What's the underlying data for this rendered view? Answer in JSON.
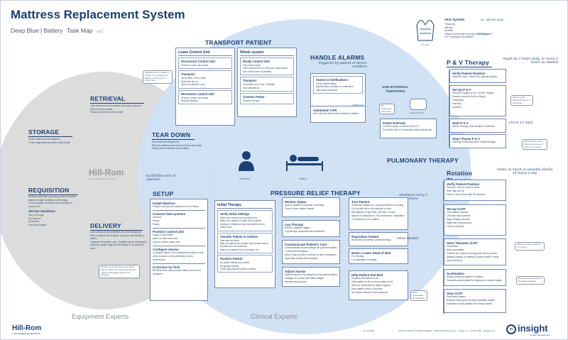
{
  "header": {
    "title": "Mattress Replacement System",
    "subtitle": "Deep Blue | Battery",
    "map": "Task Map",
    "version": "v3.0"
  },
  "logos": {
    "hillrom": "Hill-Rom",
    "hillrom_tag": "A HILLENBRAND INDUSTRY",
    "insight": "insight",
    "insight_mark": "in",
    "insight_tag": "product development"
  },
  "footer": {
    "left_label": "Equipment Experts",
    "right_label": "Clinical Experts",
    "date": "01 July 2009",
    "contact": "INSIGHT PRODUCT DEVELOPMENT  ·  4660 North Ravenswood  ·  Chicago, IL  ·  773 907 9500  ·  insightpd.com"
  },
  "figures": {
    "customer": "Customer",
    "patient": "Patient"
  },
  "sections": {
    "retrieval": {
      "title": "RETRIEVAL",
      "items": [
        "Load control unit and mattress into trunk using cart",
        "Drive to service center",
        "Transport unit into service center"
      ]
    },
    "storage": {
      "title": "STORAGE",
      "items": [
        "Cover control unit and mattress",
        "Cover components and store until needed"
      ]
    },
    "requisition": {
      "title": "REQUISITION",
      "items": [
        "Receive order from processing center (includes patient's weight, condition and therapy)",
        "Check integrity of mattress and operation of control unit"
      ],
      "variations_title": "Service Variations",
      "variations": [
        "Time of Pricing",
        "On-Demand",
        "Scheduled",
        "Inventory Support"
      ]
    },
    "delivery": {
      "title": "DELIVERY",
      "items": [
        "Load control unit and mattress into trunk using cart",
        "Drive to patient site (hospital, long term care facility, or home)",
        "Transport into patient room. If patient site is not ready for setup the system might be left outside of the patient's room"
      ]
    },
    "teardown": {
      "title": "TEAR DOWN",
      "items": [
        "Disconnect all components",
        "Remove mattress and control unit from bed frame",
        "Clean parts in ultimate control plastic"
      ]
    },
    "setup": {
      "title": "SETUP",
      "install_title": "Install Mattress",
      "install_items": [
        "Position and secure mattress on bed frame"
      ],
      "connect_title": "Connect Sub-systems",
      "connect_items": [
        "Sensors",
        "Hoses",
        "Power"
      ],
      "position_title": "Position Control Unit",
      "position_items": [
        "Hang on bed frame",
        "place on floor near bed",
        "may be placed under bed"
      ],
      "configure_title": "Configure Alarms",
      "configure_items": [
        "Configure alarms and notifications based on the unit's protocol or the attending nurse's preferences"
      ],
      "inservice_title": "In-Service by Tech",
      "inservice_items": [
        "Bill Bean tech may provide initial in-service to caregiver"
      ]
    },
    "transport": {
      "title": "TRANSPORT PATIENT",
      "leave_title": "Leave Control Unit",
      "disconnect_title": "Disconnect Control Unit",
      "disconnect_items": [
        "Sensors, hoses, and power"
      ],
      "transport_title": "Transport",
      "transport_items": [
        "Via another room or floor",
        "Hide cells are up",
        "Return to patient's room"
      ],
      "reconnect_title": "Reconnect Control Unit",
      "reconnect_items": [
        "Sensors, hoses, and power",
        "Resume therapy"
      ],
      "whole_title": "Whole system",
      "ready_title": "Ready Control Unit",
      "ready_items": [
        "Disconnect power",
        "If the control unit is on the floor, hang control unit on bed frame if possible"
      ],
      "transport2_title": "Transport",
      "transport2_items": [
        "to another room, floor, or facility",
        "Side rails are up"
      ],
      "connect_power_title": "Connect Power",
      "connect_power_items": [
        "Resume therapy"
      ]
    },
    "alarms": {
      "title": "HANDLE ALARMS",
      "note": "triggered by patient or device condition",
      "alarms_title": "Alarms & Notifications",
      "alarms_items": [
        "Check patient status",
        "Identify alarm condition or notification",
        "Take action indicated"
      ],
      "cpr_title": "Administer CPR",
      "cpr_items": [
        "Use a tie-line linked with maximum inflation"
      ],
      "critical": "critical"
    },
    "external": {
      "title": "USE EXTERNAL THERAPIES",
      "device": "ActiveCare DVT",
      "power_title": "Power External",
      "power_items": [
        "Connect power to ActiveCare DVT",
        "Put ActiveCare in convenient place during use"
      ]
    },
    "pressure": {
      "title": "PRESSURE RELIEF THERAPY",
      "initial_title": "Initial Therapy",
      "verify_title": "Verify Initial Settings",
      "verify_items": [
        "Make sure control unit is powered on",
        "Make sure system is ready for the patient (surface is inflated so that the patient will not bottom out)"
      ],
      "transfer_title": "Transfer Patient to Surface",
      "transfer_items": [
        "Side rails are down",
        "May roll patient onto surface from another bed or lift patient on the bedsheet",
        "Make sure patient does not bottom out"
      ],
      "position_title": "Position Patient",
      "position_items": [
        "for patient safety and comfort",
        "for optimal therapy",
        "Verify that pressure relief is in effect"
      ],
      "monitor_title": "Monitor Status",
      "monitor_items": [
        "Assess patient's response to therapy",
        "Tend to other patient needs"
      ],
      "log_title": "Log Therapy",
      "log_items": [
        "Record mattress usage",
        "Log therapy prescribed and delivered"
      ],
      "communicate_title": "Communicate Patient's Care",
      "communicate_items": [
        "Communicate at shift change the patient's status / prescribed therapies",
        "Nurse may provide in-service to other caregivers especially during shift changes"
      ],
      "adjust_title": "Adjust Alarms",
      "adjust_items": [
        "Alarms may be reconfigured as the patient status changes or to deal with alarm fatigue repositioning alarms"
      ],
      "turn_title": "Turn Patient",
      "turn_items": [
        "Verify that patient is in a good position for turning",
        "Put up side rail in the direction of turn",
        "Roll patient to right side, left side, or back",
        "May be in response to \"No movement\" notification or reminder to turn patient"
      ],
      "turn_note": "minimum every 2 hours",
      "reposition_title": "Reposition Patient",
      "reposition_items": [
        "as needed for safety, optimal therapy"
      ],
      "reposition_note": "when needed",
      "raise_title": "Raise / Lower Head of Bed",
      "raise_items": [
        "For feeding",
        "For drainage or tending"
      ],
      "exit_title": "Help Patient Exit Bed",
      "exit_items": [
        "Suspend exit alarms if on",
        "Help patient to sit on bed's edge to exit",
        "Remove footboard for patient egress",
        "Help patient return to surface",
        "Re-enable alarms if previously set"
      ]
    },
    "pv": {
      "title": "P & V Therapy",
      "note": "might be 3 times daily, or every 2 hours as needed",
      "verify_title": "Verify Patient Position",
      "verify_items": [
        "Patient's back / chest is in optimal position"
      ],
      "setup_title": "Set Up P & V",
      "setup_items": [
        "Percuss Position (Left / Center / Right)",
        "Duration amount (Left or Right)",
        "Frequency",
        "Intensity",
        "Duration"
      ],
      "start_title": "Start P & V",
      "start_items": [
        "Deliver therapy until duration is reached"
      ],
      "start_note": "[10 to 15 min]",
      "stop_title": "Stop / Pause P & V",
      "stop_items": [
        "Interrupt Percussion and Vibrate therapy"
      ]
    },
    "vest": {
      "title": "Vest System",
      "note": "en - 48 min daily",
      "items": [
        "Frequency",
        "Intensity",
        "Duration",
        "Vibration can be left on during Vest therapy",
        "P & V therapies are disabled"
      ],
      "duration_note": "[5-15 min]",
      "label": "The Vest"
    },
    "pulmonary": {
      "title": "PULMONARY THERAPY"
    },
    "rotation": {
      "title": "Rotation Therapy",
      "note": "rotate as much as possible ideally 18 hours a day",
      "verify_title": "Verify Patient Position",
      "verify_items": [
        "Patient is not too close to sides",
        "Side rails are up",
        "Head of bed is less than 30 degrees"
      ],
      "setup_title": "Set Up CLRT",
      "setup_items": [
        "Left rotation amount",
        "Left side hold duration",
        "Right rotation amount",
        "Right side hold duration",
        "Center hold time"
      ],
      "start_title": "Start / Resume CLRT",
      "start_items": [
        "Immediate",
        "Auto-acclimation",
        "Confirm turn option if therapy has been paused (weight change on mattress, power on/off, during disconnection)"
      ],
      "acclimation_title": "Acclimation",
      "acclimation_items": [
        "Slowly introduce patient to rotation",
        "Gradually assist patient's response to rotation angle"
      ],
      "stop_title": "Stop CLRT",
      "stop_items": [
        "Reposition patient",
        "Rotation interrupted as other activities require",
        "Indication of why patient isn't being rotated"
      ]
    }
  },
  "annotations": {
    "hill_rom_tech": "by Hill-Rom tech or customer",
    "note_mattress": "Mattress will be inflated or if there is not local and a battery compartment in control unit",
    "note_home": "Hill-Rom may visit home and check that the patient is supporting self and ready for discharge with proper changes",
    "note_pv": "May be given independently or in sequence",
    "note_exit": "Clinical alarms and fluid stream systems plan of or if output",
    "note_ext": "No equipment (see Vest)",
    "note_rotation": "Patient is often sedated if in a shock",
    "note_accl": "Rotation steps as fast as the ideal schedule",
    "note_bed": "When appropriate for Help Bed"
  }
}
